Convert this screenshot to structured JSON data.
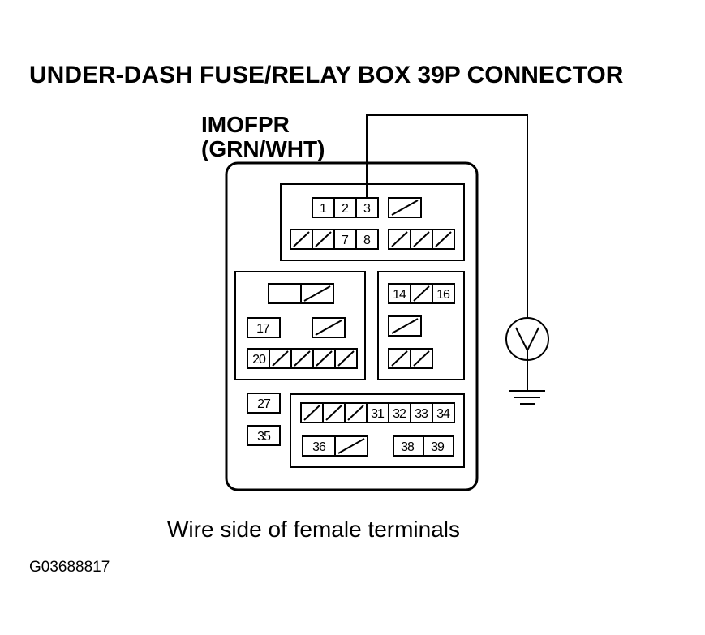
{
  "title": "UNDER-DASH FUSE/RELAY BOX 39P CONNECTOR",
  "wire": {
    "signal": "IMOFPR",
    "color": "(GRN/WHT)",
    "terminal": "3"
  },
  "meter": {
    "icon": "voltmeter-icon",
    "symbol": "V"
  },
  "ground": {
    "icon": "ground-icon"
  },
  "caption": "Wire side of female terminals",
  "figure_id": "G03688817",
  "terminals": {
    "t1": "1",
    "t2": "2",
    "t3": "3",
    "t7": "7",
    "t8": "8",
    "t14": "14",
    "t16": "16",
    "t17": "17",
    "t20": "20",
    "t27": "27",
    "t31": "31",
    "t32": "32",
    "t33": "33",
    "t34": "34",
    "t35": "35",
    "t36": "36",
    "t38": "38",
    "t39": "39"
  }
}
